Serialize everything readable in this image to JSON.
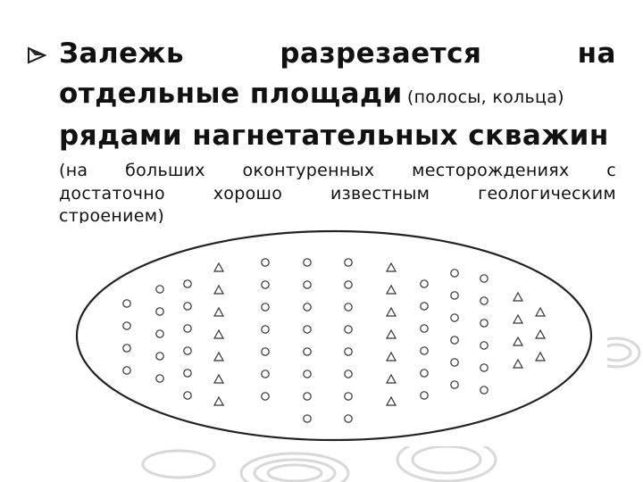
{
  "text": {
    "line1_words": [
      "Залежь",
      "разрезается",
      "на"
    ],
    "line2_main": "отдельные площади",
    "line2_paren": "(полосы, кольца)",
    "line3": "рядами нагнетательных скважин",
    "line4_words": [
      "(на",
      "больших",
      "оконтуренных",
      "месторождениях",
      "с"
    ],
    "line5_words": [
      "достаточно",
      "хорошо",
      "известным",
      "геологическим"
    ],
    "line6": "строением)"
  },
  "figure": {
    "description_icons": [
      "production-well-circle",
      "injection-well-triangle"
    ]
  }
}
